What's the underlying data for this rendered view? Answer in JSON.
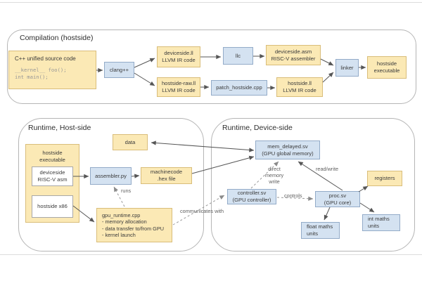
{
  "containers": {
    "compilation": {
      "title": "Compilation (hostside)"
    },
    "runtime_host": {
      "title": "Runtime, Host-side"
    },
    "runtime_device": {
      "title": "Runtime, Device-side"
    }
  },
  "nodes": {
    "cpp_source": {
      "title": "C++ unified source code",
      "code1": "__kernel__ foo();",
      "code2": "int main();"
    },
    "clang": {
      "label": "clang++"
    },
    "deviceside_ll": {
      "line1": "deviceside.ll",
      "line2": "LLVM IR code"
    },
    "hostside_raw_ll": {
      "line1": "hostside-raw.ll",
      "line2": "LLVM IR code"
    },
    "llc": {
      "label": "llc"
    },
    "deviceside_asm": {
      "line1": "deviceside.asm",
      "line2": "RISC-V assembler"
    },
    "patch_hostside": {
      "label": "patch_hostside.cpp"
    },
    "hostside_ll": {
      "line1": "hostside.ll",
      "line2": "LLVM IR code"
    },
    "linker": {
      "label": "linker"
    },
    "hostside_executable_compiled": {
      "line1": "hostside",
      "line2": "executable"
    },
    "data": {
      "label": "data"
    },
    "hostside_executable_runtime": {
      "line1": "hostside",
      "line2": "executable"
    },
    "deviceside_riscv_asm": {
      "line1": "deviceside",
      "line2": "RISC-V asm"
    },
    "hostside_x86": {
      "label": "hostside x86"
    },
    "assembler_py": {
      "label": "assembler.py"
    },
    "machinecode_hex": {
      "line1": "machinecode",
      "line2": ".hex file"
    },
    "gpu_runtime": {
      "line1": "gpu_runtime.cpp",
      "line2": "- memory allocation",
      "line3": "- data transfer to/from GPU",
      "line4": "- kernel launch"
    },
    "mem_delayed": {
      "line1": "mem_delayed.sv",
      "line2": "(GPU global memory)"
    },
    "registers": {
      "label": "registers"
    },
    "controller": {
      "line1": "controller.sv",
      "line2": "(GPU controller)"
    },
    "proc": {
      "line1": "proc.sv",
      "line2": "(GPU core)"
    },
    "float_units": {
      "line1": "float maths",
      "line2": "units"
    },
    "int_units": {
      "line1": "int maths",
      "line2": "units"
    }
  },
  "edge_labels": {
    "runs": "runs",
    "communicates": "communicates with",
    "dmw1": "direct",
    "dmw2": "memory",
    "dmw3": "write",
    "read_write": "read/write",
    "controls": "controls"
  },
  "colors": {
    "node_yellow": "#fbe9b5",
    "node_yellow_border": "#d9bd7a",
    "node_blue": "#d4e2f1",
    "node_blue_border": "#93abc8",
    "container_border": "#b5b5b5",
    "arrow_solid": "#565656",
    "arrow_dashed": "#989898",
    "code_text": "#979797"
  }
}
